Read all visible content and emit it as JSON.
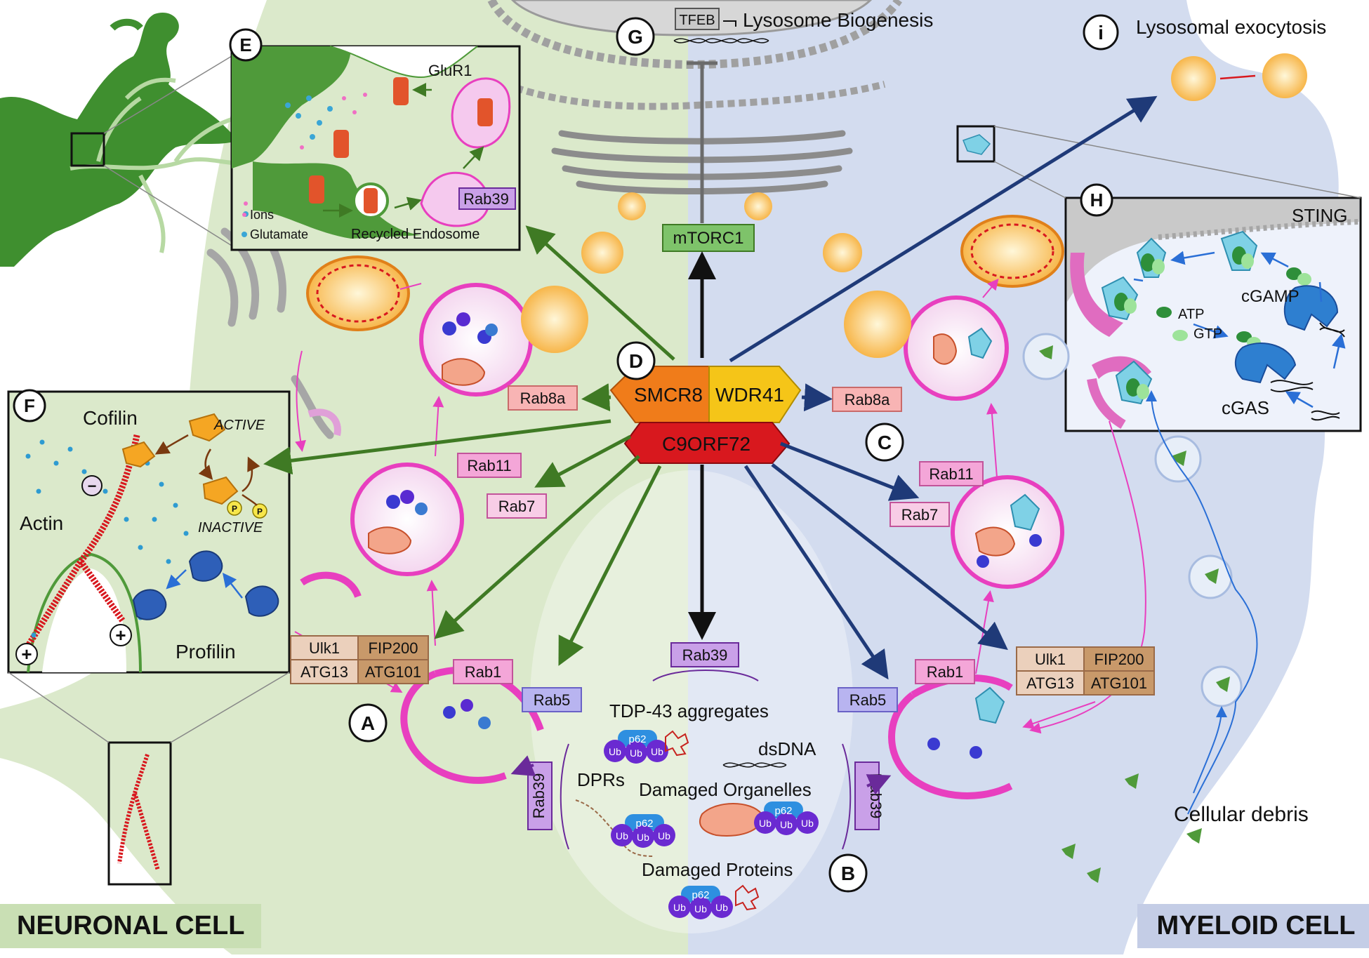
{
  "cells": {
    "neuronal": "NEURONAL CELL",
    "myeloid": "MYELOID CELL"
  },
  "panels": {
    "A": "A",
    "B": "B",
    "C": "C",
    "D": "D",
    "E": "E",
    "F": "F",
    "G": "G",
    "H": "H",
    "I": "i"
  },
  "complex": {
    "smcr8": "SMCR8",
    "wdr41": "WDR41",
    "c9orf72": "C9ORF72"
  },
  "top": {
    "tfeb": "TFEB",
    "lysosome_biogenesis": "Lysosome Biogenesis",
    "mtorc1": "mTORC1",
    "lysosomal_exocytosis": "Lysosomal exocytosis"
  },
  "inset_e": {
    "glur1": "GluR1",
    "ions": "Ions",
    "glutamate": "Glutamate",
    "recycled_endosome": "Recycled Endosome",
    "rab39": "Rab39"
  },
  "inset_f": {
    "cofilin": "Cofilin",
    "active": "ACTIVE",
    "inactive": "INACTIVE",
    "actin": "Actin",
    "profilin": "Profilin",
    "minus": "−",
    "plus": "+",
    "phospho": "P"
  },
  "inset_h": {
    "sting": "STING",
    "cgamp": "cGAMP",
    "atp": "ATP",
    "gtp": "GTP",
    "cgas": "cGAS"
  },
  "rabs": {
    "rab8a": "Rab8a",
    "rab11": "Rab11",
    "rab7": "Rab7",
    "rab1": "Rab1",
    "rab5": "Rab5",
    "rab39": "Rab39"
  },
  "ulk": {
    "ulk1": "Ulk1",
    "fip200": "FIP200",
    "atg13": "ATG13",
    "atg101": "ATG101"
  },
  "cargo": {
    "tdp43": "TDP-43 aggregates",
    "dsdna": "dsDNA",
    "dprs": "DPRs",
    "damaged_organelles": "Damaged Organelles",
    "damaged_proteins": "Damaged Proteins",
    "p62": "p62",
    "ub": "Ub"
  },
  "debris": "Cellular debris",
  "colors": {
    "neuron_fill": "#dbe9cb",
    "myeloid_fill": "#d3dcef",
    "membrane": "#e83fbf",
    "complex_orange": "#f07c1a",
    "complex_yellow": "#f5c518",
    "complex_red": "#d8181e",
    "green_arrow": "#3f7a24",
    "blue_arrow": "#1f3a78"
  }
}
